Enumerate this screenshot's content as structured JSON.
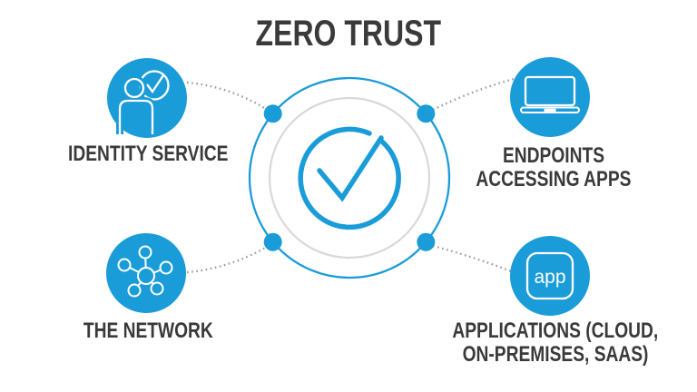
{
  "title": "ZERO TRUST",
  "colors": {
    "accent_blue": "#1a9cd8",
    "text_dark": "#3a3a3c",
    "ring_gray": "#d9d9d9",
    "connector_gray": "#9b9b9b",
    "icon_stroke": "#ffffff"
  },
  "center": {
    "icon": "checkmark-circle-icon"
  },
  "nodes": [
    {
      "id": "identity-service",
      "icon": "user-check-icon",
      "label_line1": "IDENTITY SERVICE",
      "label_line2": ""
    },
    {
      "id": "endpoints",
      "icon": "laptop-icon",
      "label_line1": "ENDPOINTS",
      "label_line2": "ACCESSING APPS"
    },
    {
      "id": "the-network",
      "icon": "network-hub-icon",
      "label_line1": "THE NETWORK",
      "label_line2": ""
    },
    {
      "id": "applications",
      "icon": "app-square-icon",
      "label_line1": "APPLICATIONS (CLOUD,",
      "label_line2": "ON-PREMISES, SAAS)",
      "icon_text": "app"
    }
  ]
}
